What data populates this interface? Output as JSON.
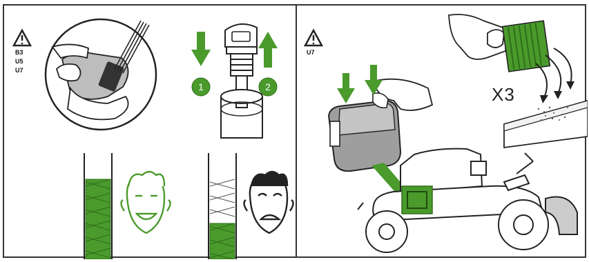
{
  "left_panel": {
    "warning_codes": [
      "B3",
      "U5",
      "U7"
    ],
    "steps": [
      "1",
      "2"
    ]
  },
  "right_panel": {
    "warning_codes": [
      "U7"
    ],
    "repeat_label": "X3"
  },
  "colors": {
    "green": "#4a9a2c",
    "green_dark": "#2f6e1a",
    "line": "#222222",
    "panel_border": "#333333"
  }
}
